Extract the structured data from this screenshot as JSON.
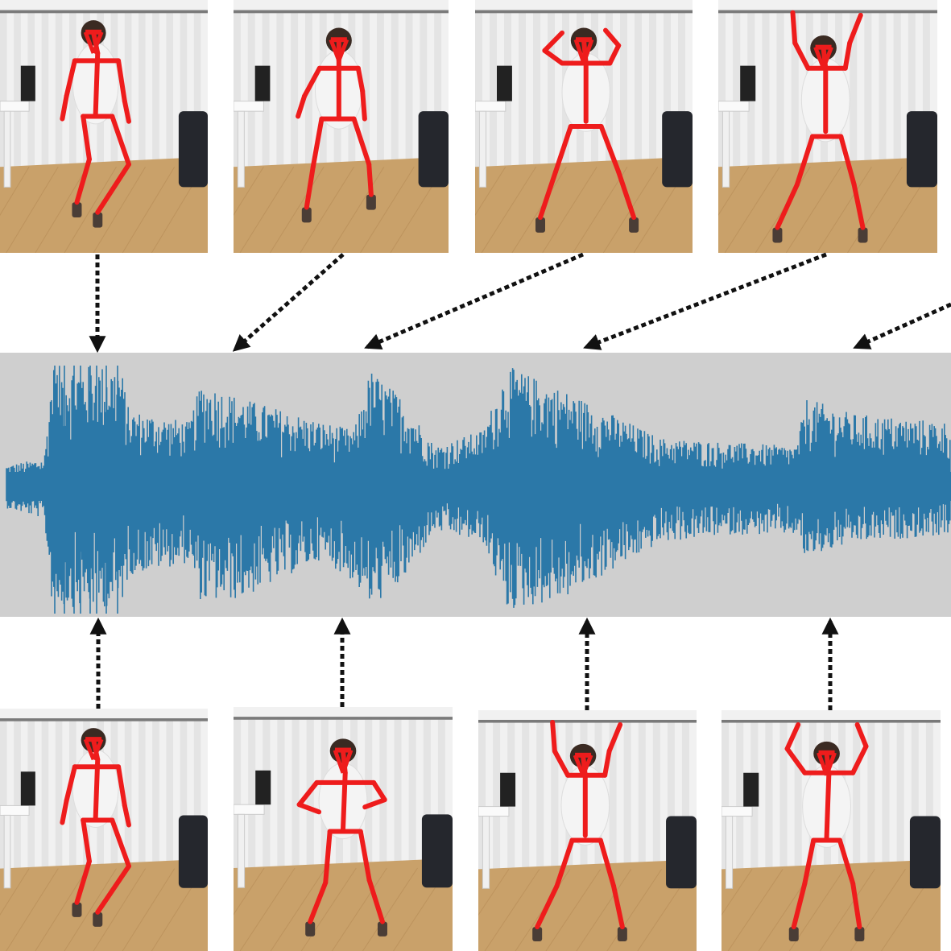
{
  "colors": {
    "background": "#ffffff",
    "waveform_panel": "#cfcfcf",
    "waveform": "#2b78a8",
    "skeleton": "#ee1c1c",
    "arrow": "#111111",
    "wall": "#f1f1f1",
    "curtain": "#d9d9d9",
    "floor": "#c9a16a",
    "shirt": "#f4f4f4",
    "hair": "#3a2a22",
    "boot": "#4a3d36",
    "sofa": "#25272d"
  },
  "poses": {
    "top": [
      "step-crouch",
      "step-lean",
      "arms-bent-up",
      "arms-raised"
    ],
    "bottom": [
      "step-crouch",
      "hands-on-hips",
      "arms-raised",
      "arms-raised-bent"
    ]
  }
}
